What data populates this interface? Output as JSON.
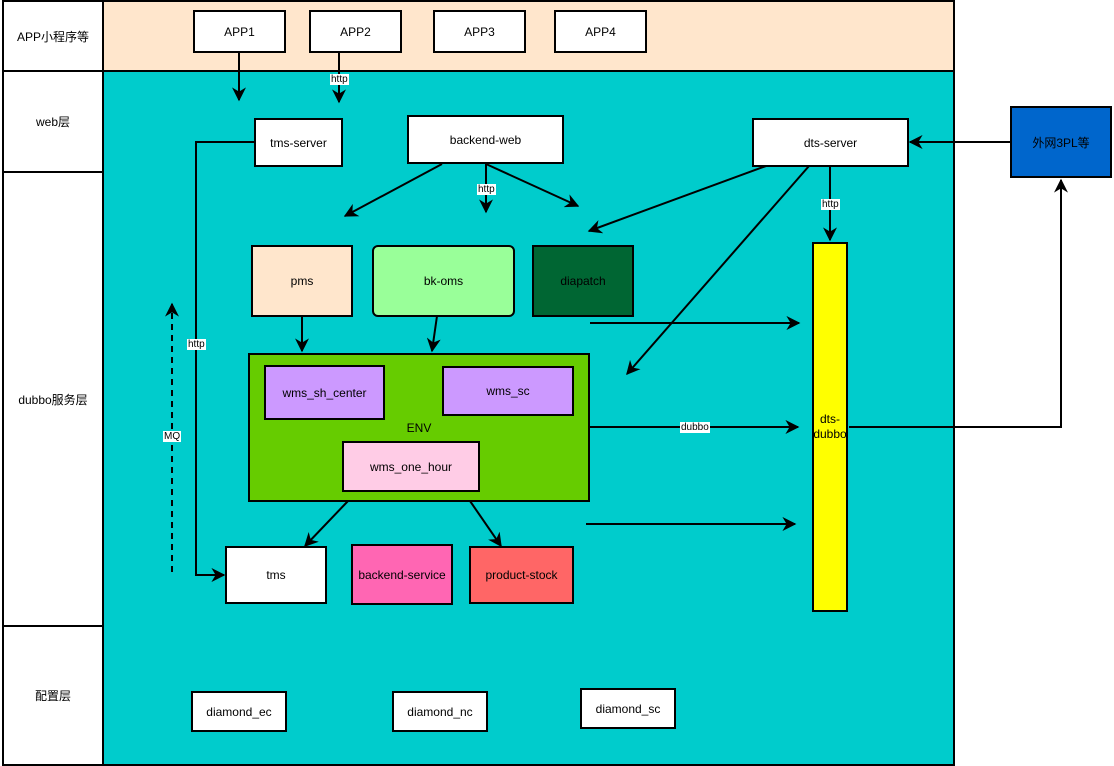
{
  "colors": {
    "app_lane": "#ffe6cc",
    "main_bg": "#00cccc",
    "pms": "#ffe6cc",
    "bk_oms": "#99ff99",
    "diapatch": "#006633",
    "env": "#66cc00",
    "wms": "#cc99ff",
    "wms_one_hour": "#ffcce6",
    "backend_service": "#ff66b3",
    "product_stock": "#ff6666",
    "dts_dubbo": "#ffff00",
    "external": "#0066cc"
  },
  "layers": {
    "app": "APP小程序等",
    "web": "web层",
    "dubbo": "dubbo服务层",
    "config": "配置层"
  },
  "apps": [
    "APP1",
    "APP2",
    "APP3",
    "APP4"
  ],
  "web": {
    "tms_server": "tms-server",
    "backend_web": "backend-web",
    "dts_server": "dts-server"
  },
  "external": "外网3PL等",
  "services": {
    "pms": "pms",
    "bk_oms": "bk-oms",
    "diapatch": "diapatch",
    "env": "ENV",
    "wms_sh_center": "wms_sh_center",
    "wms_sc": "wms_sc",
    "wms_one_hour": "wms_one_hour",
    "tms": "tms",
    "backend_service": "backend-service",
    "product_stock": "product-stock",
    "dts_dubbo_line1": "dts-",
    "dts_dubbo_line2": "dubbo"
  },
  "config": {
    "diamond_ec": "diamond_ec",
    "diamond_nc": "diamond_nc",
    "diamond_sc": "diamond_sc"
  },
  "edge_labels": {
    "http": "http",
    "mq": "MQ",
    "dubbo": "dubbo"
  }
}
